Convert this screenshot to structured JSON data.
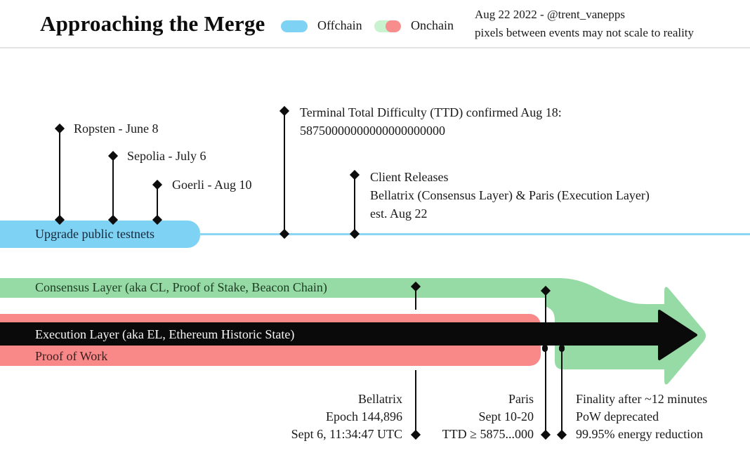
{
  "header": {
    "title": "Approaching the Merge",
    "legend": {
      "offchain_label": "Offchain",
      "onchain_label": "Onchain"
    },
    "credit_line1": "Aug 22 2022 - @trent_vanepps",
    "credit_line2": "pixels between events may not scale to reality"
  },
  "colors": {
    "offchain_blue": "#7ED2F3",
    "onchain_green": "#96DBA5",
    "onchain_red": "#F98888",
    "execution_black": "#0a0a0a",
    "legend_green": "#C9F2CF",
    "legend_red": "#F88D8D"
  },
  "timeline": {
    "testnet_track_label": "Upgrade public testnets",
    "testnet_events": [
      {
        "label": "Ropsten - June 8"
      },
      {
        "label": "Sepolia - July 6"
      },
      {
        "label": "Goerli - Aug 10"
      }
    ],
    "offchain_events": [
      {
        "lines": [
          "Terminal Total Difficulty (TTD) confirmed Aug 18:",
          "58750000000000000000000"
        ]
      },
      {
        "lines": [
          "Client Releases",
          "Bellatrix (Consensus Layer) & Paris (Execution Layer)",
          "est. Aug 22"
        ]
      }
    ],
    "tracks": {
      "consensus": "Consensus Layer (aka CL, Proof of Stake, Beacon Chain)",
      "execution": "Execution Layer (aka EL, Ethereum Historic State)",
      "pow": "Proof of Work"
    },
    "milestones": [
      {
        "name": "bellatrix",
        "lines": [
          "Bellatrix",
          "Epoch 144,896",
          "Sept 6, 11:34:47 UTC"
        ]
      },
      {
        "name": "paris",
        "lines": [
          "Paris",
          "Sept 10-20",
          "TTD ≥ 5875...000"
        ]
      },
      {
        "name": "merge-results",
        "lines": [
          "Finality after ~12 minutes",
          "PoW deprecated",
          "99.95% energy reduction"
        ]
      }
    ]
  }
}
